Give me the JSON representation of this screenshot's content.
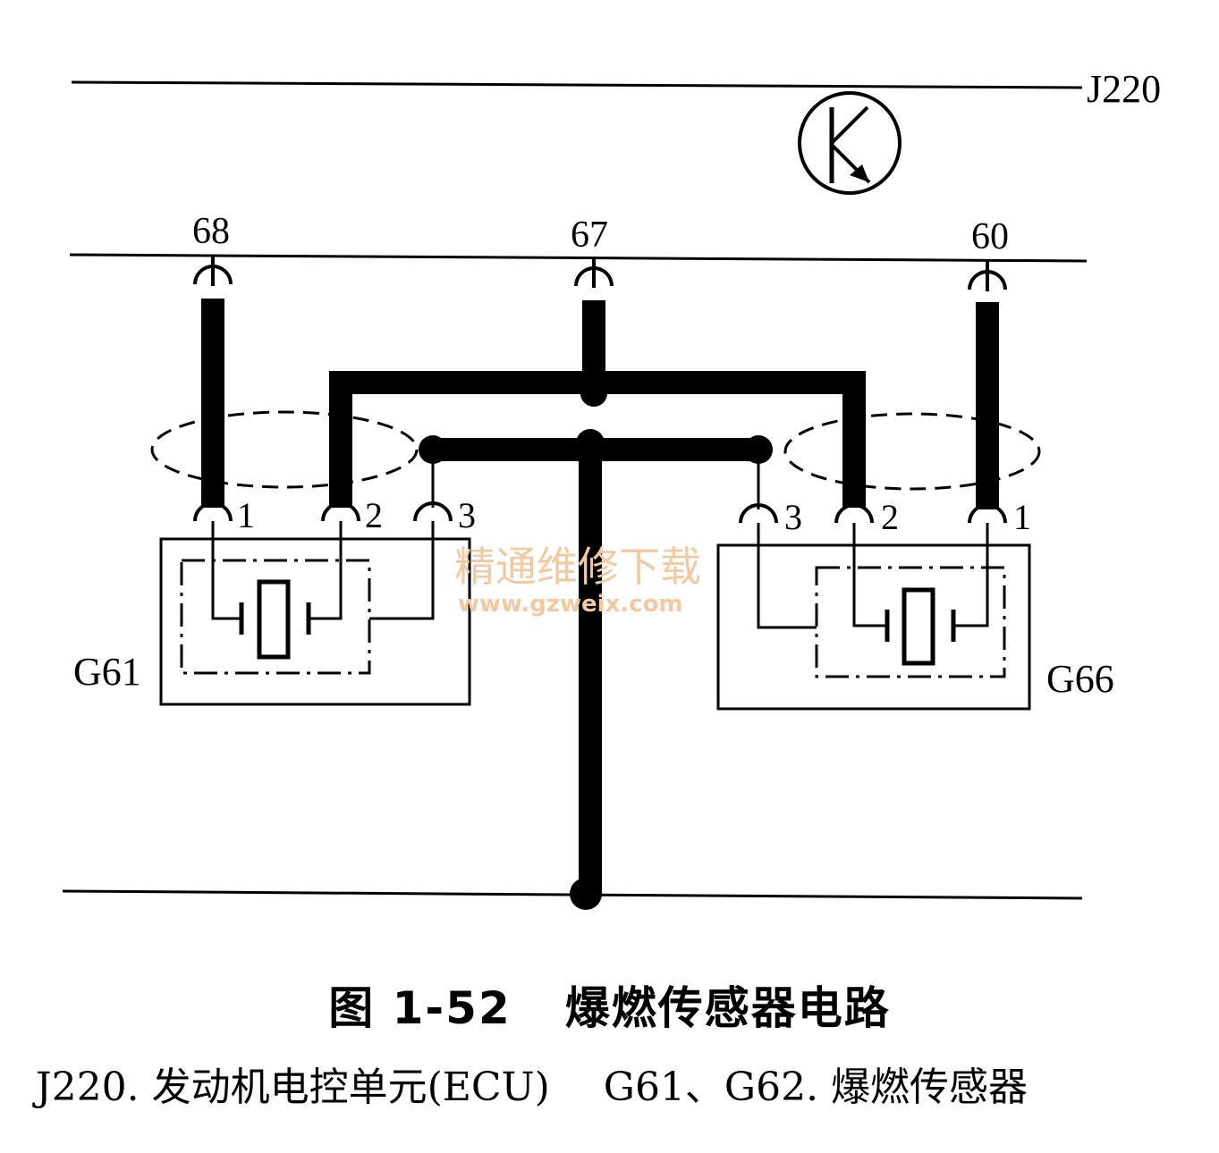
{
  "diagram": {
    "ecu_label": "J220",
    "pins": {
      "left": "68",
      "center": "67",
      "right": "60"
    },
    "sensor_left": {
      "name": "G61",
      "terminals": [
        "1",
        "2",
        "3"
      ]
    },
    "sensor_right": {
      "name": "G66",
      "terminals": [
        "3",
        "2",
        "1"
      ]
    },
    "watermark": {
      "line1": "精通维修下载",
      "line2": "www.gzweix.com"
    }
  },
  "caption": {
    "figure_number": "图 1-52",
    "figure_title": "爆燃传感器电路",
    "legend_ecu": "J220. 发动机电控单元(ECU)",
    "legend_sensor": "G61、G62. 爆燃传感器"
  }
}
